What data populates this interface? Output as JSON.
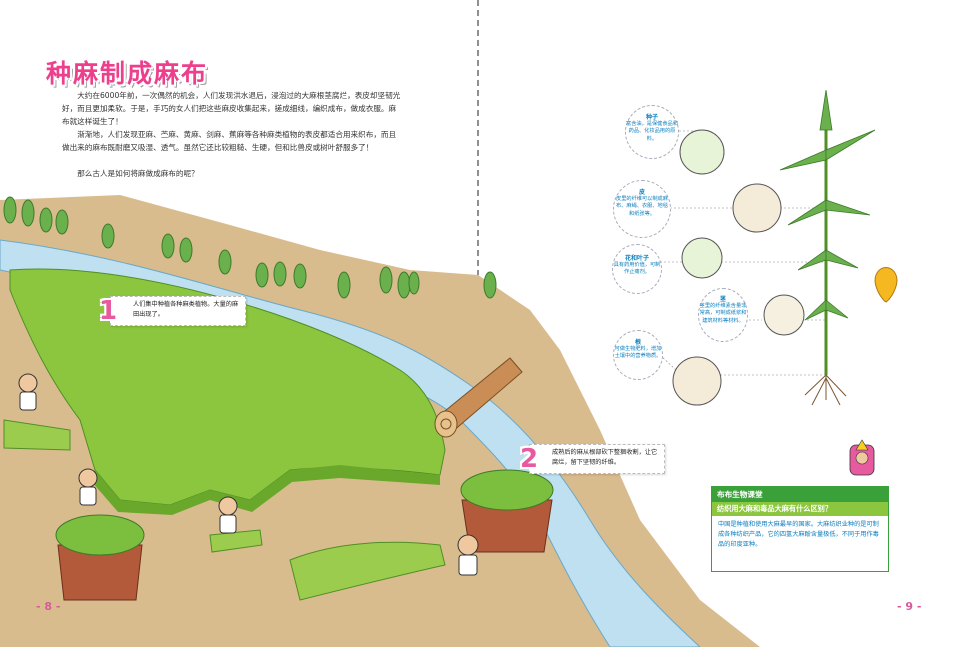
{
  "title": "种麻制成麻布",
  "paragraphs": [
    "大约在6000年前，一次偶然的机会，人们发现洪水退后，浸泡过的大麻根茎腐烂，表皮却坚韧光好，而且更加柔软。于是，手巧的女人们把这些麻皮收集起来，搓成细线，编织成布，做成衣服。麻布就这样诞生了！",
    "渐渐地，人们发现亚麻、苎麻、黄麻、剑麻、蕉麻等各种麻类植物的表皮都适合用来织布，而且做出来的麻布既耐磨又吸湿、透气。虽然它还比较粗糙、生硬，但和比兽皮或树叶舒服多了！",
    "那么古人是如何将麻做成麻布的呢？"
  ],
  "steps": [
    {
      "num": "1",
      "text": "人们集中种植各种麻类植物。大量的麻田出现了。"
    },
    {
      "num": "2",
      "text": "成熟后的麻从根部砍下整捆收割，让它腐烂，留下坚韧的纤维。"
    }
  ],
  "plant_parts": [
    {
      "name": "种子",
      "desc": "富含油，是保健食品和药品、化妆品用的原料。"
    },
    {
      "name": "皮",
      "desc": "皮里的纤维可以制成麻布、麻绳、衣服、地毯和纸张等。"
    },
    {
      "name": "花和叶子",
      "desc": "具有药用价值，可制作止痛剂。"
    },
    {
      "name": "茎",
      "desc": "茎里的纤维素含量非常高，可制成纸浆和建筑材料等材料。"
    },
    {
      "name": "根",
      "desc": "可做生物肥料，增加土壤中的营养物质。"
    }
  ],
  "sidebar": {
    "header": "布布生物课堂",
    "question": "纺织用大麻和毒品大麻有什么区别？",
    "body": "中国是种植和使用大麻最早的国家。大麻纺织业种的是可制成各种纺织产品，它的四氢大麻酚含量极低，不同于用作毒品的印度亚种。"
  },
  "page_numbers": {
    "left": "8",
    "right": "9"
  },
  "colors": {
    "title": "#ee3f8c",
    "accent": "#e85aa0",
    "river": "#bfe0f0",
    "field": "#8cc63f",
    "ground": "#d9bc8e",
    "sidebar_green": "#3aa03a"
  }
}
